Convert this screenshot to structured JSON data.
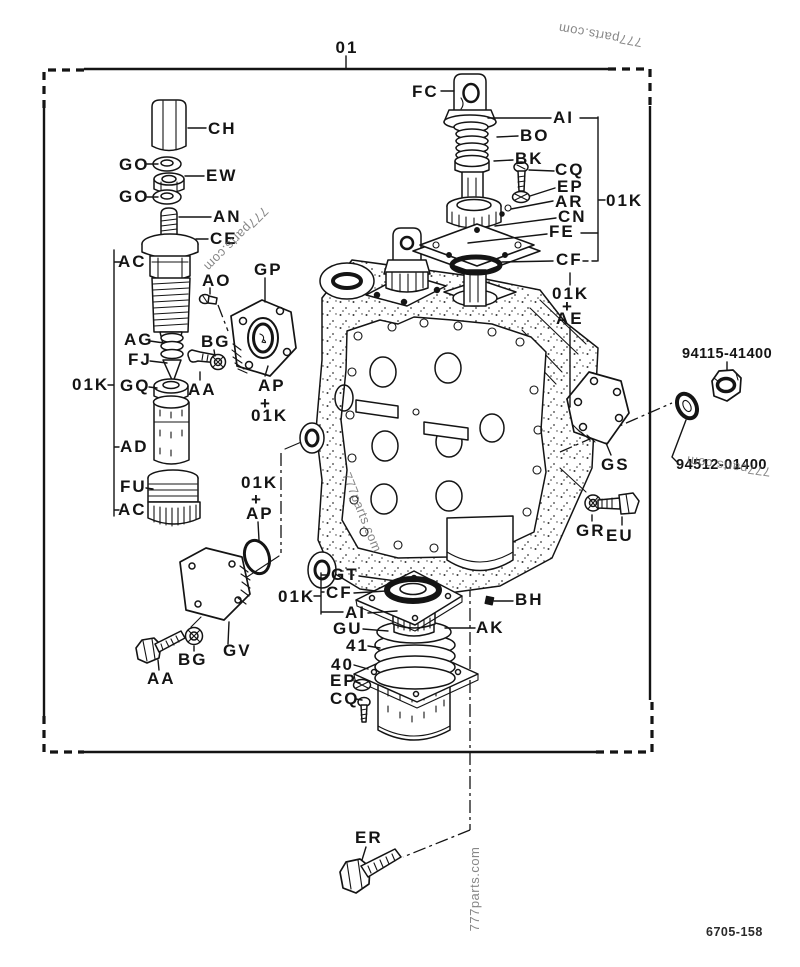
{
  "figure": {
    "view_label": "01",
    "drawing_number": "6705-158",
    "watermark": "777parts.com"
  },
  "callouts": {
    "ch": "CH",
    "go": "GO",
    "ew": "EW",
    "an": "AN",
    "ce": "CE",
    "ac": "AC",
    "ag": "AG",
    "fj": "FJ",
    "gq": "GQ",
    "ad": "AD",
    "fu": "FU",
    "ao": "AO",
    "gp": "GP",
    "bg": "BG",
    "aa": "AA",
    "ap": "AP",
    "kit": "01K",
    "plus": "+",
    "fc": "FC",
    "ai": "AI",
    "bo": "BO",
    "bk": "BK",
    "cq": "CQ",
    "ep": "EP",
    "ar": "AR",
    "cn": "CN",
    "fe": "FE",
    "cf": "CF",
    "ae": "AE",
    "gs": "GS",
    "gr": "GR",
    "eu": "EU",
    "gt": "GT",
    "gu": "GU",
    "spring": "41",
    "plate": "40",
    "ak": "AK",
    "bh": "BH",
    "gv": "GV",
    "er": "ER",
    "nut_part_number": "94115-41400",
    "washer_part_number": "94512-01400"
  }
}
